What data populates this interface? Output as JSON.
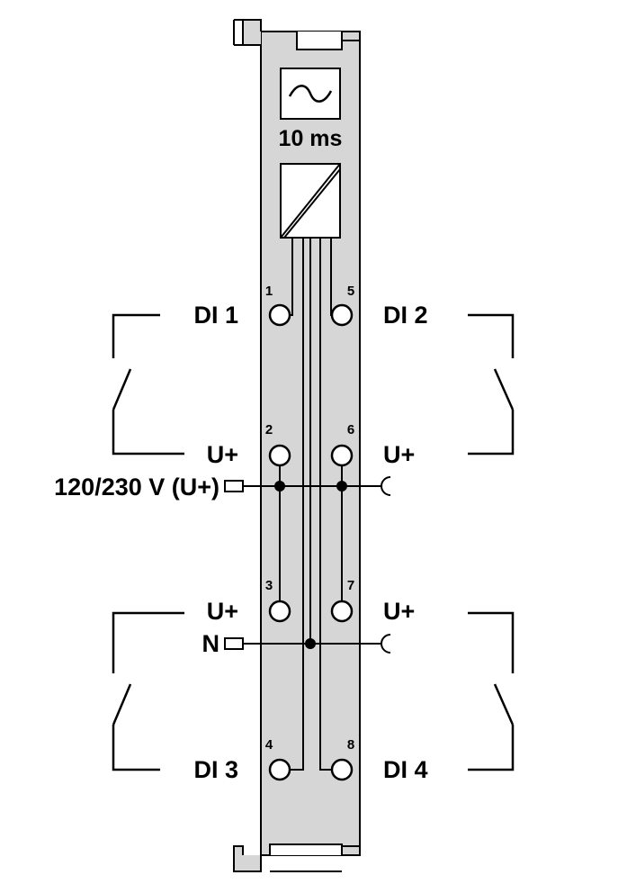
{
  "filter": {
    "time_label": "10 ms",
    "symbol": "sine-wave-icon"
  },
  "converter": {
    "symbol": "isolation-diagonal-icon"
  },
  "terminals": {
    "t1": "1",
    "t2": "2",
    "t3": "3",
    "t4": "4",
    "t5": "5",
    "t6": "6",
    "t7": "7",
    "t8": "8"
  },
  "labels": {
    "di1": "DI 1",
    "di2": "DI 2",
    "di3": "DI 3",
    "di4": "DI 4",
    "u_plus_2": "U+",
    "u_plus_6": "U+",
    "u_plus_3": "U+",
    "u_plus_7": "U+",
    "supply": "120/230 V (U+)",
    "neutral": "N"
  },
  "colors": {
    "module_fill": "#d6d6d6",
    "line": "#000000",
    "background": "#ffffff"
  }
}
